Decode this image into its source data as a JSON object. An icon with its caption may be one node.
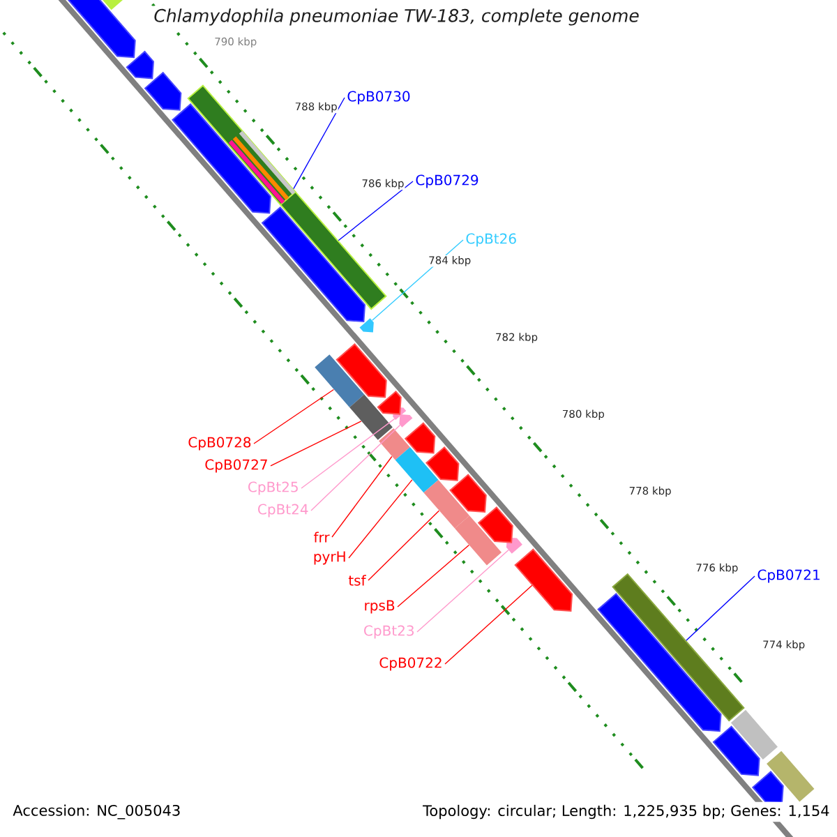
{
  "diagram": {
    "title": "Chlamydophila pneumoniae TW-183, complete genome",
    "nodes": [
      {
        "text": [
          "CpB0730"
        ]
      },
      {
        "text": [
          "CpB0729"
        ]
      },
      {
        "text": [
          "CpBt26"
        ]
      },
      {
        "text": [
          "CpB0728"
        ]
      },
      {
        "text": [
          "CpB0727"
        ]
      },
      {
        "text": [
          "CpBt25"
        ]
      },
      {
        "text": [
          "CpBt24"
        ]
      },
      {
        "text": [
          "frr"
        ]
      },
      {
        "text": [
          "pyrH"
        ]
      },
      {
        "text": [
          "tsf"
        ]
      },
      {
        "text": [
          "rpsB"
        ]
      },
      {
        "text": [
          "CpBt23"
        ]
      },
      {
        "text": [
          "CpB0722"
        ]
      },
      {
        "text": [
          "CpB0721"
        ]
      },
      {
        "text": [],
        "shape": "bar"
      },
      {
        "text": [],
        "shape": "bar"
      },
      {
        "text": [],
        "shape": "arrow"
      },
      {
        "text": [],
        "shape": "bar"
      },
      {
        "text": [],
        "shape": "bar"
      },
      {
        "text": [],
        "shape": "arrow"
      },
      {
        "text": [],
        "shape": "arrow"
      },
      {
        "text": [],
        "shape": "bar"
      },
      {
        "text": [],
        "shape": "bar"
      },
      {
        "text": [],
        "shape": "bar"
      },
      {
        "text": [],
        "shape": "bar"
      },
      {
        "text": [],
        "shape": "arrow"
      },
      {
        "text": [],
        "shape": "arrow"
      },
      {
        "text": [],
        "shape": "bar"
      },
      {
        "text": [],
        "shape": "arrow"
      },
      {
        "text": [],
        "shape": "arrow"
      },
      {
        "text": [],
        "shape": "arrow"
      },
      {
        "text": [],
        "shape": "arrow"
      },
      {
        "text": [],
        "shape": "arrow"
      },
      {
        "text": [],
        "shape": "arrow"
      },
      {
        "text": [],
        "shape": "arrow"
      },
      {
        "text": [],
        "shape": "arrow"
      },
      {
        "text": [],
        "shape": "arrow"
      },
      {
        "text": [],
        "shape": "arrow"
      },
      {
        "text": [],
        "shape": "arrow"
      },
      {
        "text": [],
        "shape": "arrow"
      },
      {
        "text": [],
        "shape": "arrow"
      },
      {
        "text": [],
        "shape": "arrow"
      },
      {
        "text": [],
        "shape": "bar"
      },
      {
        "text": [],
        "shape": "bar"
      },
      {
        "text": [],
        "shape": "bar"
      }
    ],
    "edges": [
      {
        "from": 0,
        "to": 14,
        "arrow": "none",
        "color": "#0000ff"
      },
      {
        "from": 1,
        "to": 15,
        "arrow": "none",
        "color": "#0000ff"
      },
      {
        "from": 2,
        "to": 16,
        "arrow": "none",
        "color": "#33ccff"
      },
      {
        "from": 3,
        "to": 17,
        "arrow": "none"
      },
      {
        "from": 4,
        "to": 18,
        "arrow": "none"
      },
      {
        "from": 5,
        "to": 19,
        "arrow": "none",
        "color": "#ff99cc"
      },
      {
        "from": 6,
        "to": 20,
        "arrow": "none",
        "color": "#ff99cc"
      },
      {
        "from": 7,
        "to": 21,
        "arrow": "none"
      },
      {
        "from": 8,
        "to": 22,
        "arrow": "none"
      },
      {
        "from": 9,
        "to": 23,
        "arrow": "none"
      },
      {
        "from": 10,
        "to": 24,
        "arrow": "none"
      },
      {
        "from": 11,
        "to": 25,
        "arrow": "none",
        "color": "#ff99cc"
      },
      {
        "from": 12,
        "to": 26,
        "arrow": "none"
      },
      {
        "from": 13,
        "to": 27,
        "arrow": "none",
        "color": "#0000ff"
      }
    ],
    "labels": [
      "790 kbp",
      "788 kbp",
      "786 kbp",
      "784 kbp",
      "782 kbp",
      "780 kbp",
      "778 kbp",
      "776 kbp",
      "774 kbp",
      "Accession: NC_005043",
      "Topology: circular; Length: 1,225,935 bp; Genes: 1,154"
    ]
  }
}
